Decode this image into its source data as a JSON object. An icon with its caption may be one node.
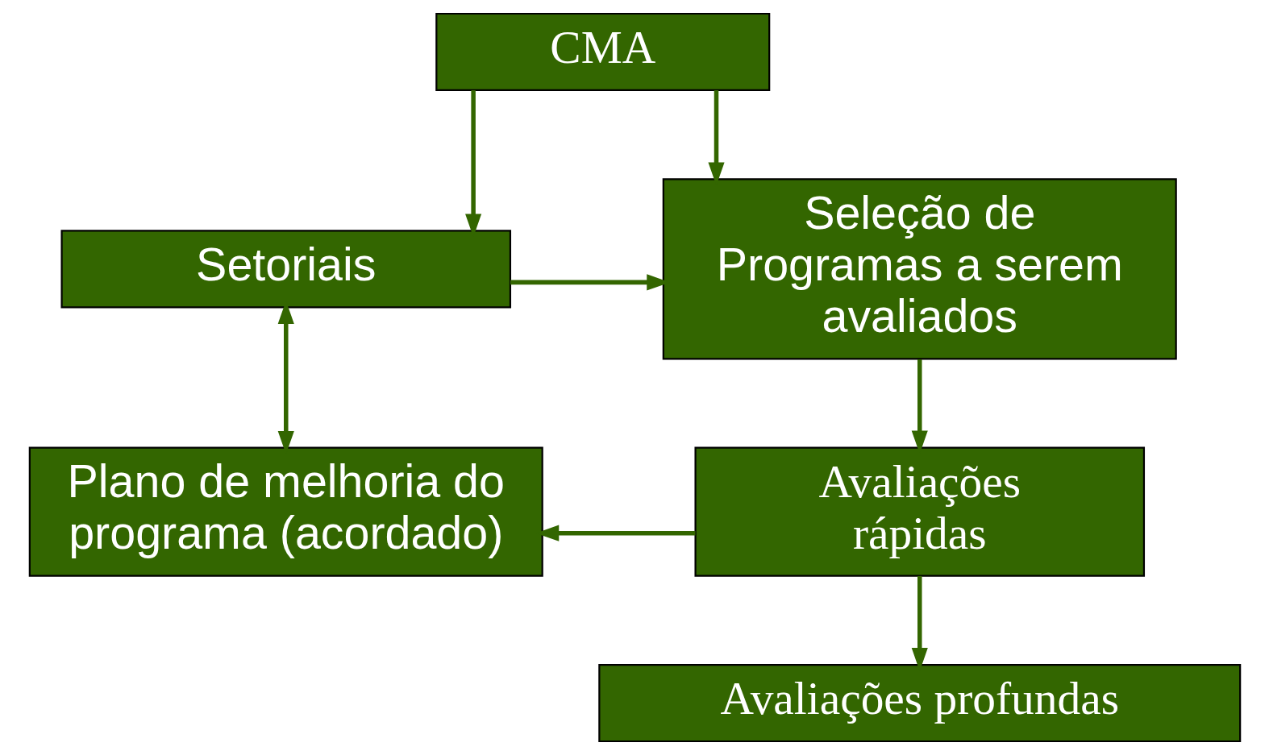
{
  "diagram": {
    "nodes": [
      {
        "text": [
          "CMA"
        ]
      },
      {
        "text": [
          "Setoriais"
        ]
      },
      {
        "text": [
          "Seleção de Programas a serem avaliados"
        ]
      },
      {
        "text": [
          "Plano de melhoria do programa (acordado)"
        ]
      },
      {
        "text": [
          "Avaliações rápidas"
        ]
      },
      {
        "text": [
          "Avaliações profundas"
        ]
      }
    ],
    "edges": [
      {
        "from": 0,
        "to": 1,
        "arrow": "to"
      },
      {
        "from": 0,
        "to": 2,
        "arrow": "to"
      },
      {
        "from": 1,
        "to": 2,
        "arrow": "to"
      },
      {
        "from": 1,
        "to": 3,
        "arrow": "both"
      },
      {
        "from": 2,
        "to": 4,
        "arrow": "to"
      },
      {
        "from": 4,
        "to": 3,
        "arrow": "to"
      },
      {
        "from": 4,
        "to": 5,
        "arrow": "to"
      }
    ]
  }
}
